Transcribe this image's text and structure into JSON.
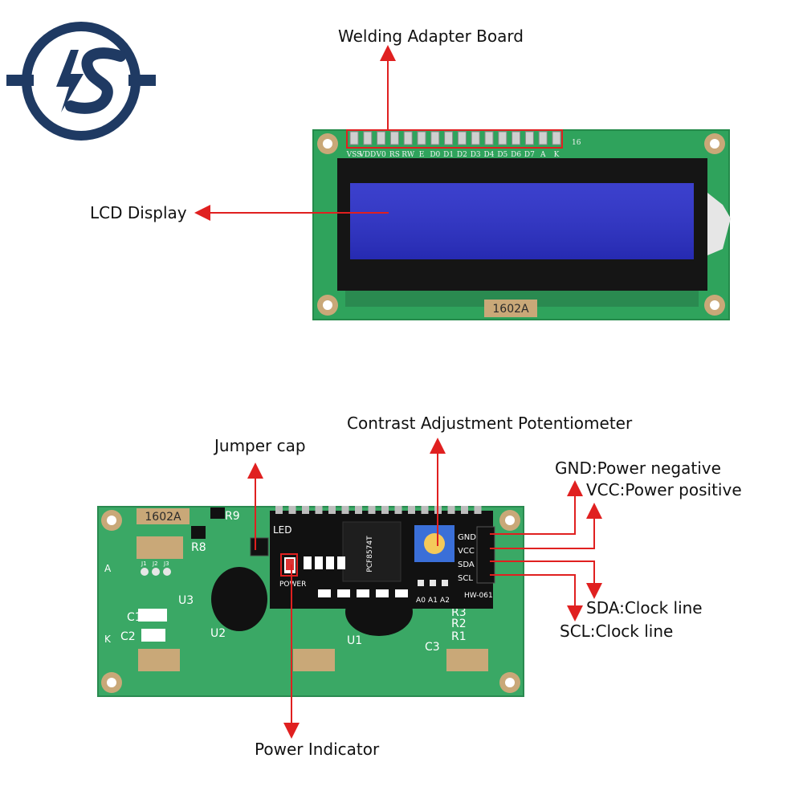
{
  "brand": {
    "logo_text": "IS",
    "color": "#1f3a63"
  },
  "colors": {
    "pcb_green": "#2fa35c",
    "lcd_blue": "#2b30c9",
    "arrow_red": "#e02020"
  },
  "labels": {
    "welding_adapter_board": "Welding Adapter Board",
    "lcd_display": "LCD Display",
    "contrast_pot": "Contrast Adjustment Potentiometer",
    "jumper_cap": "Jumper cap",
    "gnd": "GND:Power negative",
    "vcc": "VCC:Power positive",
    "sda": "SDA:Clock line",
    "scl": "SCL:Clock line",
    "power_indicator": "Power Indicator"
  },
  "top_board": {
    "pin_labels": [
      "VSS",
      "VDD",
      "V0",
      "RS",
      "RW",
      "E",
      "D0",
      "D1",
      "D2",
      "D3",
      "D4",
      "D5",
      "D6",
      "D7",
      "A",
      "K"
    ],
    "pin_end": "16",
    "model": "1602A"
  },
  "bottom_board": {
    "model": "1602A",
    "silkscreen": [
      "R9",
      "R8",
      "R3",
      "R2",
      "R1",
      "C1",
      "C2",
      "C3",
      "U1",
      "U2",
      "U3",
      "A",
      "K",
      "J1",
      "J2",
      "J3"
    ],
    "adapter": {
      "led_label": "LED",
      "power_label": "POWER",
      "pins": [
        "GND",
        "VCC",
        "SDA",
        "SCL"
      ],
      "address_pads": [
        "A0",
        "A1",
        "A2"
      ],
      "model": "HW-061",
      "chip": "PCF8574T"
    }
  }
}
